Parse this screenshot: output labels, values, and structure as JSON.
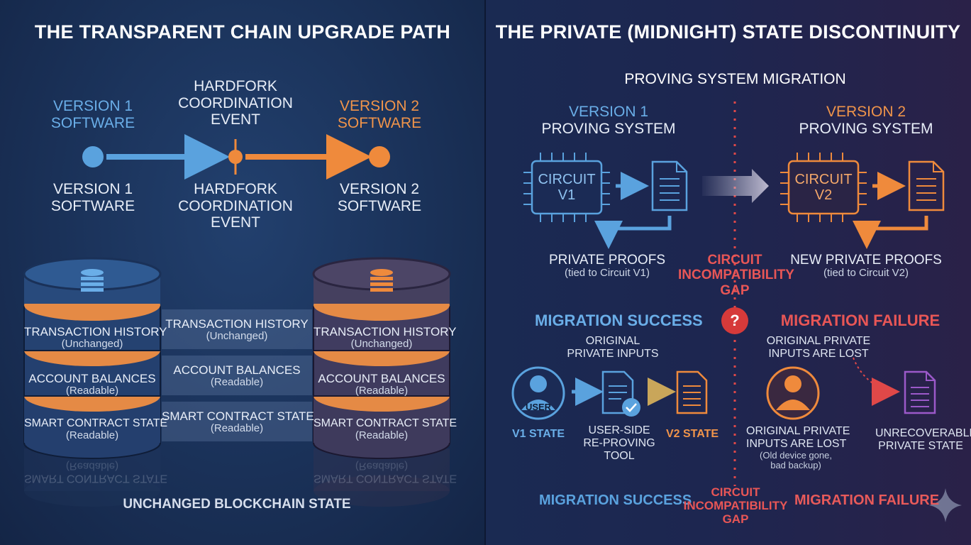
{
  "left": {
    "title": "THE TRANSPARENT CHAIN UPGRADE PATH",
    "timeline_top": {
      "v1": [
        "VERSION 1",
        "SOFTWARE"
      ],
      "hardfork": [
        "HARDFORK",
        "COORDINATION",
        "EVENT"
      ],
      "v2": [
        "VERSION 2",
        "SOFTWARE"
      ]
    },
    "timeline_bottom": {
      "v1": [
        "VERSION 1",
        "SOFTWARE"
      ],
      "hardfork": [
        "HARDFORK",
        "COORDINATION",
        "EVENT"
      ],
      "v2": [
        "VERSION 2",
        "SOFTWARE"
      ]
    },
    "layers": [
      {
        "name": "TRANSACTION HISTORY",
        "status": "(Unchanged)"
      },
      {
        "name": "ACCOUNT BALANCES",
        "status": "(Readable)"
      },
      {
        "name": "SMART CONTRACT STATE",
        "status": "(Readable)"
      }
    ],
    "reflection": {
      "name": "SMART CONTRACT STATE",
      "status": "(Readable)"
    },
    "footer": "UNCHANGED BLOCKCHAIN STATE",
    "colors": {
      "v1": "#5aa2de",
      "v2": "#ef8a3c",
      "accent_orange": "#e58a45"
    }
  },
  "right": {
    "title": "THE PRIVATE (MIDNIGHT) STATE DISCONTINUITY",
    "subtitle": "PROVING SYSTEM MIGRATION",
    "v1_header": [
      "VERSION 1",
      "PROVING SYSTEM"
    ],
    "v2_header": [
      "VERSION 2",
      "PROVING SYSTEM"
    ],
    "circuit_v1": [
      "CIRCUIT",
      "V1"
    ],
    "circuit_v2": [
      "CIRCUIT",
      "V2"
    ],
    "proofs_v1": {
      "title": "PRIVATE PROOFS",
      "sub": "(tied to Circuit V1)"
    },
    "proofs_v2": {
      "title": "NEW PRIVATE PROOFS",
      "sub": "(tied to Circuit V2)"
    },
    "gap": [
      "CIRCUIT",
      "INCOMPATIBILITY",
      "GAP"
    ],
    "gap_mark": "?",
    "success": {
      "header": "MIGRATION SUCCESS",
      "inputs": [
        "ORIGINAL",
        "PRIVATE INPUTS"
      ],
      "user_label": "USER",
      "v1_state": "V1 STATE",
      "tool": [
        "USER-SIDE",
        "RE-PROVING",
        "TOOL"
      ],
      "v2_state": "V2 STATE"
    },
    "failure": {
      "header": "MIGRATION FAILURE",
      "inputs": [
        "ORIGINAL PRIVATE",
        "INPUTS ARE LOST"
      ],
      "lost": [
        "ORIGINAL PRIVATE",
        "INPUTS ARE LOST"
      ],
      "lost_sub": [
        "(Old device gone,",
        "bad backup)"
      ],
      "unrecoverable": [
        "UNRECOVERABLE",
        "PRIVATE STATE"
      ]
    },
    "footer": {
      "success": "MIGRATION SUCCESS",
      "gap": [
        "CIRCUIT",
        "INCOMPATIBILITY",
        "GAP"
      ],
      "failure": "MIGRATION FAILURE"
    },
    "colors": {
      "blue": "#5aa2de",
      "orange": "#ef8a3c",
      "red": "#e04848",
      "purple": "#9b59c9"
    }
  }
}
